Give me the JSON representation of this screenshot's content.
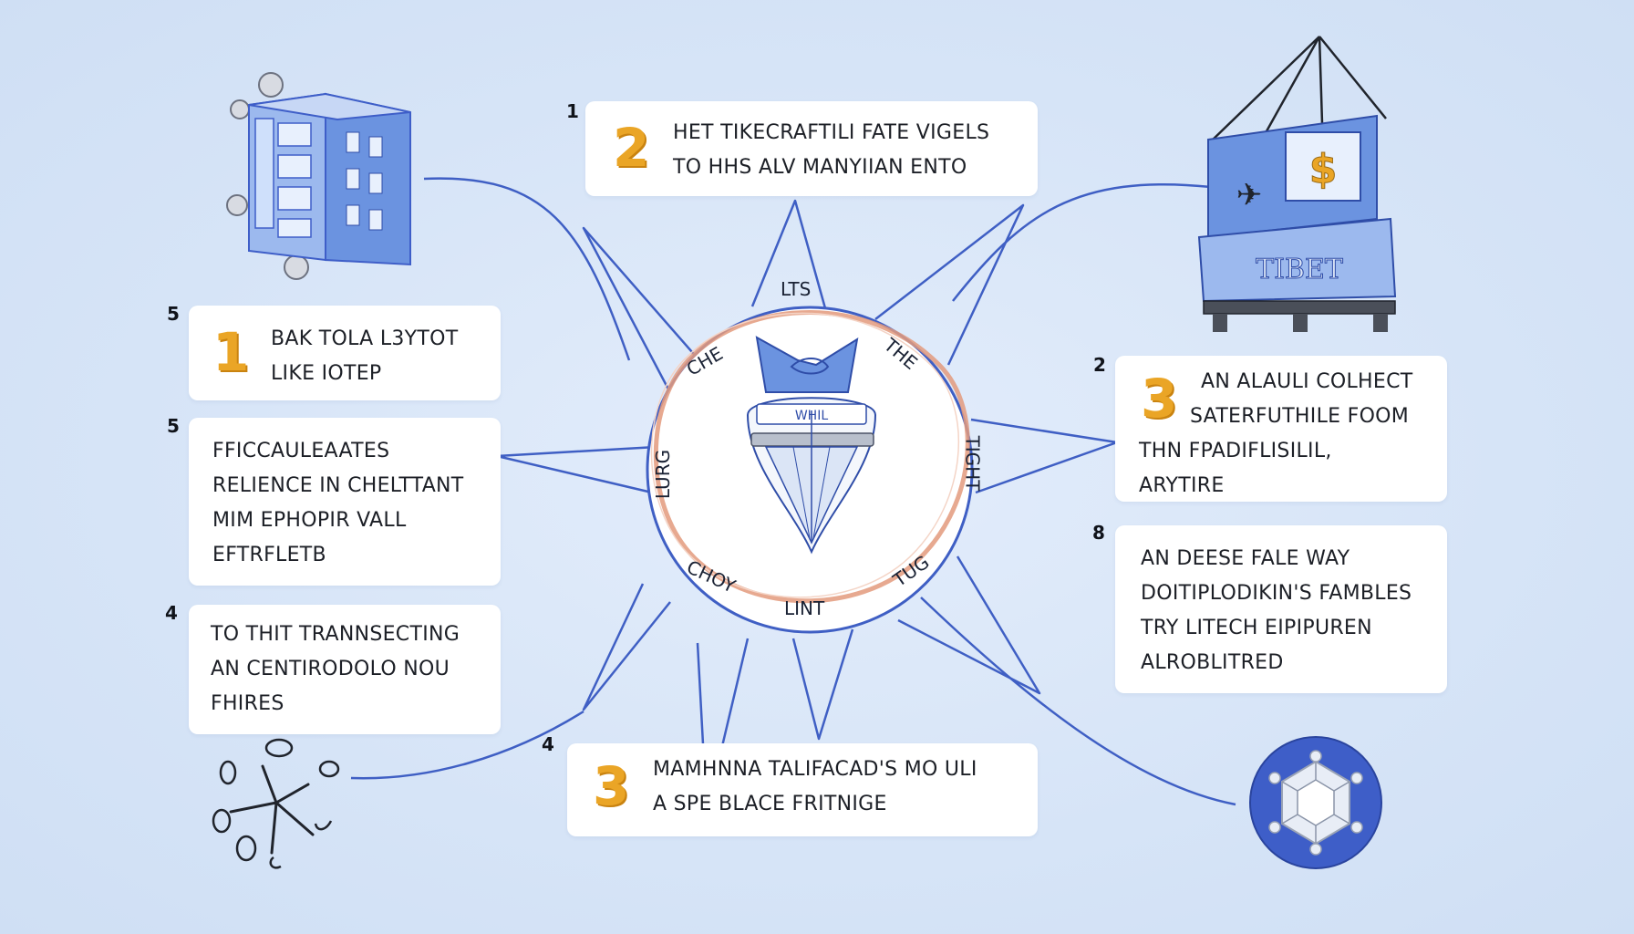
{
  "hub": {
    "labels": [
      "LTS",
      "THE",
      "TIGHT",
      "TUG",
      "LINT",
      "CHOY",
      "LURG",
      "CHE"
    ],
    "emblem_text": "WHIL"
  },
  "cards": [
    {
      "index": "1",
      "num": "2",
      "lines": [
        "HET TIKECRAFTILI FATE VIGELS",
        "TO HHS ALV MANYIIAN ENTO"
      ]
    },
    {
      "index": "5",
      "num": "1",
      "lines": [
        "BAK TOLA L3YTOT",
        "LIKE IOTEP"
      ]
    },
    {
      "index": "5",
      "num": "",
      "lines": [
        "FFICCAULEAATES",
        "RELIENCE IN CHELTTANT",
        "MIM EPHOPIR VALL",
        "EFTRFLETB"
      ]
    },
    {
      "index": "4",
      "num": "",
      "lines": [
        "TO THIT TRANNSECTING",
        "AN CENTIRODOLO NOU",
        "FHIRES"
      ]
    },
    {
      "index": "4",
      "num": "3",
      "lines": [
        "MAMHNNA TALIFACAD'S MO ULI",
        "A SPE BLACE FRITNIGE"
      ]
    },
    {
      "index": "2",
      "num": "3",
      "lines": [
        "AN ALAULI COLHECT",
        "SATERFUTHILE FOOM",
        "THN FPADIFLISILIL,",
        "ARYTIRE"
      ]
    },
    {
      "index": "8",
      "num": "",
      "lines": [
        "AN DEESE FALE WAY",
        "DOITIPLODIKIN'S FAMBLES",
        "TRY LITECH EIPIPUREN",
        "ALROBLITRED"
      ]
    }
  ],
  "icons": {
    "cargo_sign": "$",
    "cargo_plane": "✈",
    "cargo_crate": "TIBET"
  },
  "colors": {
    "background": "#d6e4f7",
    "line": "#3f5fc4",
    "accent_number": "#eaa526",
    "hub_ring": "#e39a7d",
    "icon_blue": "#6b93e0",
    "icon_dark": "#3e5ec8"
  }
}
